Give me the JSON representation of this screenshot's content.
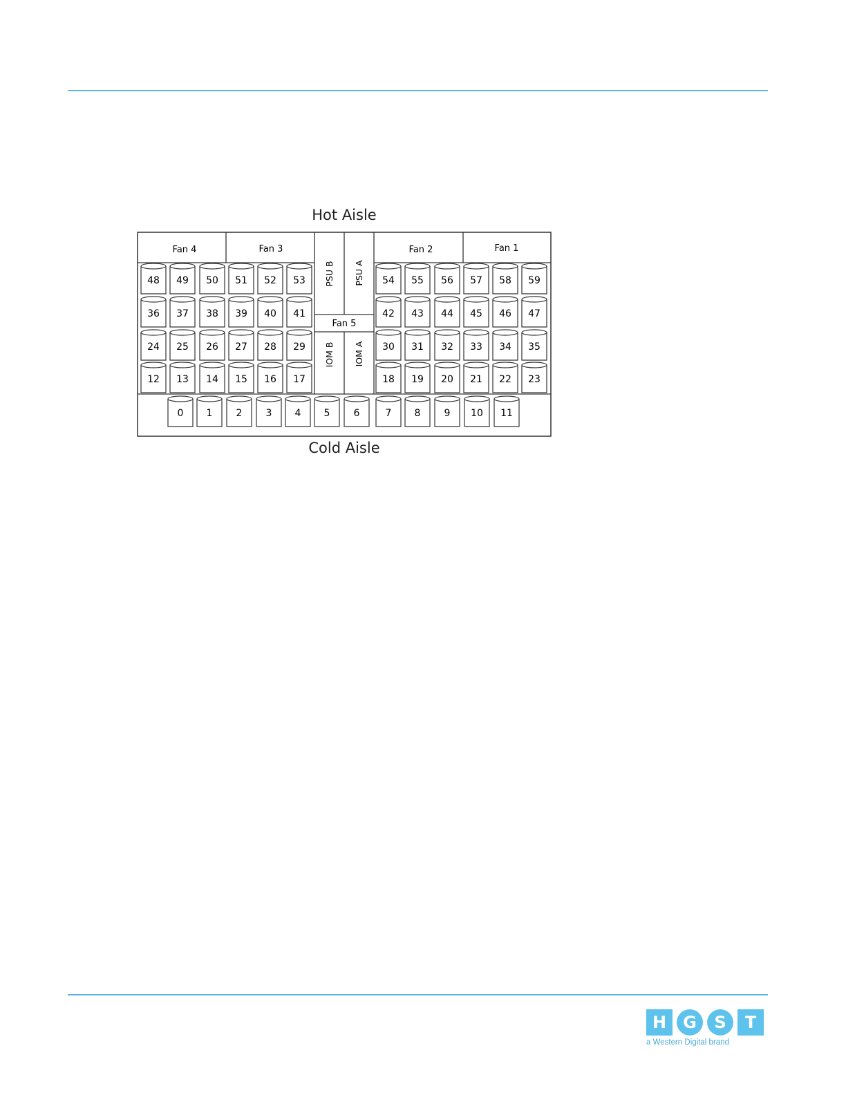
{
  "diagram": {
    "hot_aisle": "Hot Aisle",
    "cold_aisle": "Cold Aisle",
    "fans": {
      "fan4": "Fan 4",
      "fan3": "Fan 3",
      "fan2": "Fan 2",
      "fan1": "Fan 1",
      "fan5": "Fan 5"
    },
    "psu": {
      "b": "PSU B",
      "a": "PSU A"
    },
    "iom": {
      "b": "IOM B",
      "a": "IOM A"
    },
    "drive_rows": {
      "row1_left": [
        "48",
        "49",
        "50",
        "51",
        "52",
        "53"
      ],
      "row1_right": [
        "54",
        "55",
        "56",
        "57",
        "58",
        "59"
      ],
      "row2_left": [
        "36",
        "37",
        "38",
        "39",
        "40",
        "41"
      ],
      "row2_right": [
        "42",
        "43",
        "44",
        "45",
        "46",
        "47"
      ],
      "row3_left": [
        "24",
        "25",
        "26",
        "27",
        "28",
        "29"
      ],
      "row3_right": [
        "30",
        "31",
        "32",
        "33",
        "34",
        "35"
      ],
      "row4_left": [
        "12",
        "13",
        "14",
        "15",
        "16",
        "17"
      ],
      "row4_right": [
        "18",
        "19",
        "20",
        "21",
        "22",
        "23"
      ],
      "bottom": [
        "0",
        "1",
        "2",
        "3",
        "4",
        "5",
        "6",
        "7",
        "8",
        "9",
        "10",
        "11"
      ]
    }
  },
  "logo": {
    "letters": [
      "H",
      "G",
      "S",
      "T"
    ],
    "tagline": "a Western Digital brand",
    "color": "#5ec3ec"
  },
  "colors": {
    "rule": "#5ab4e0",
    "line": "#333333"
  }
}
